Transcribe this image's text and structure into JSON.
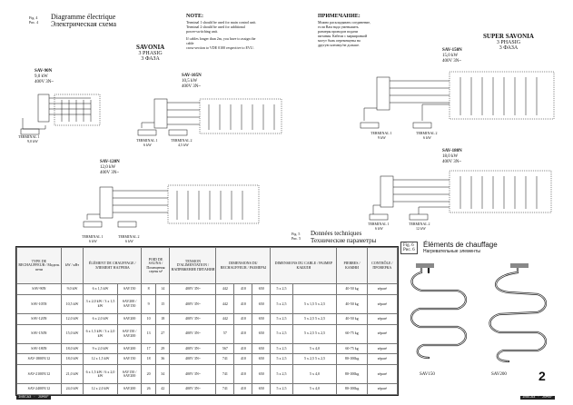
{
  "header": {
    "fig_label_fr": "Fig. 4",
    "fig_label_ru": "Рис. 4",
    "title_fr": "Diagramme électrique",
    "title_ru": "Электрическая схема"
  },
  "note": {
    "title": "NOTE:",
    "lines": [
      "Terminal 1 should be used for main control unit.",
      "Terminal 2 should be used for additional",
      "power-switching unit.",
      "",
      "If cables longer than 2m, you have to assign the",
      "cable",
      "cross-section to VDE 0100 respective to EVU."
    ]
  },
  "note_ru": {
    "title": "ПРИМЕЧАНИЕ:",
    "lines": [
      "Можно раскладывать соединение,",
      "если Вам надо уменьшить",
      "размеры проводов подачи",
      "питания. Кабели с маркировкой",
      "могут быть перемещены на",
      "другую клемму/не дольше."
    ]
  },
  "savonia": {
    "name": "SAVONIA",
    "phase_en": "3 PHASIG",
    "phase_ru": "3 ФАЗА"
  },
  "super_savonia": {
    "name": "SUPER SAVONIA",
    "phase_en": "3 PHASIG",
    "phase_ru": "3 ФАЗА"
  },
  "models": {
    "sav90": {
      "name": "SAV-90N",
      "kw": "9,0 kW",
      "volt": "400V 3N~",
      "terminal": "TERMINAL 1",
      "kw_caption": "9,0 kW"
    },
    "sav105": {
      "name": "SAV-105N",
      "kw": "10,5 kW",
      "volt": "400V 3N~",
      "term1": "TERMINAL 1",
      "term2": "TERMINAL 2",
      "kw1": "6 kW",
      "kw2": "4,5 kW"
    },
    "sav120": {
      "name": "SAV-120N",
      "kw": "12,0 kW",
      "volt": "400V 3N~",
      "term1": "TERMINAL 1",
      "term2": "TERMINAL 2",
      "kw1": "6 kW",
      "kw2": "6 kW"
    },
    "sav150": {
      "name": "SAV-150N",
      "kw": "15,0 kW",
      "volt": "400V 3N~",
      "term1": "TERMINAL 1",
      "term2": "TERMINAL 2",
      "kw1": "9 kW",
      "kw2": "6 kW"
    },
    "sav180": {
      "name": "SAV-180N",
      "kw": "18,0 kW",
      "volt": "400V 3N~",
      "term1": "TERMINAL 1",
      "term2": "TERMINAL 2",
      "kw1": "6 kW",
      "kw2": "12 kW"
    }
  },
  "fig5": {
    "label_fr": "Fig. 5",
    "label_ru": "Рис. 5",
    "title_fr": "Données techniques",
    "title_ru": "Технические параметры"
  },
  "fig6": {
    "label_fr": "Fig. 6",
    "label_ru": "Рис. 6",
    "title_fr": "Éléments de chauffage",
    "title_ru": "Нагревательные элементы"
  },
  "heating_elements": {
    "left": "SAV150",
    "right": "SAV200"
  },
  "page_number": "2",
  "footer": {
    "left": "INSCA3 · JUMUF",
    "right": "INSCA3 · JUMUF"
  },
  "table": {
    "headers": [
      "TYPE DE RECHAUFFEUR / Модель печи",
      "kW / кВт",
      "ÉLÉMENT DE CHAUFFAGE / ЭЛЕМЕНТ НАГРЕВА",
      "",
      "POID DE SAUNA / Помещения сауны м³",
      "",
      "TENSION D'ALIMENTATION / НАПРЯЖЕНИЕ ПИТАНИЯ",
      "DIMENSIONS DU RECHAUFFEUR / РАЗМЕРЫ",
      "",
      "",
      "DIMENSIONS DU CABLE / РАЗМЕР КАБЕЛЯ",
      "",
      "PIERRES / КАМНИ",
      "CONTRÔLE / ПРОВЕРКА"
    ],
    "rows": [
      [
        "SAV-90N",
        "9,0 kW",
        "6 x 1,5 kW",
        "SAV150",
        "8",
        "14",
        "400V 3N~",
        "442",
        "410",
        "650",
        "5 x 2,5",
        "",
        "40-50 kg",
        "séparé"
      ],
      [
        "SAV-105N",
        "10,5 kW",
        "3 x 2,0 kW / 3 x 1,5 kW",
        "SAV200 / SAV150",
        "9",
        "15",
        "400V 3N~",
        "442",
        "410",
        "650",
        "5 x 2,5",
        "5 x 1,5  5 x 2,5",
        "40-50 kg",
        "séparé"
      ],
      [
        "SAV-120N",
        "12,0 kW",
        "6 x 2,0 kW",
        "SAV200",
        "10",
        "18",
        "400V 3N~",
        "442",
        "410",
        "650",
        "5 x 2,5",
        "5 x 2,5  5 x 2,5",
        "40-50 kg",
        "séparé"
      ],
      [
        "SAV-150N",
        "15,0 kW",
        "6 x 1,5 kW / 3 x 2,0 kW",
        "SAV150 / SAV200",
        "13",
        "27",
        "400V 3N~",
        "57",
        "410",
        "650",
        "5 x 2,5",
        "5 x 2,5  5 x 2,5",
        "60-75 kg",
        "séparé"
      ],
      [
        "SAV-180N",
        "18,0 kW",
        "9 x 2,0 kW",
        "SAV200",
        "17",
        "29",
        "400V 3N~",
        "567",
        "410",
        "650",
        "5 x 2,5",
        "5 x 4,0",
        "60-75 kg",
        "séparé"
      ],
      [
        "SAV-1800N/12",
        "18,0 kW",
        "12 x 1,5 kW",
        "SAV150",
        "18",
        "36",
        "400V 3N~",
        "741",
        "410",
        "650",
        "5 x 2,5",
        "5 x 2,5  5 x 2,5",
        "80-100kg",
        "séparé"
      ],
      [
        "SAV-2100N/12",
        "21,0 kW",
        "6 x 1,5 kW / 6 x 2,0 kW",
        "SAV150 / SAV200",
        "20",
        "34",
        "400V 3N~",
        "741",
        "410",
        "650",
        "5 x 2,5",
        "5 x 4,0",
        "80-100kg",
        "séparé"
      ],
      [
        "SAV-2400N/12",
        "24,0 kW",
        "12 x 2,0 kW",
        "SAV200",
        "26",
        "42",
        "400V 3N~",
        "741",
        "410",
        "650",
        "5 x 2,5",
        "5 x 4,0",
        "80-100kg",
        "séparé"
      ]
    ]
  }
}
